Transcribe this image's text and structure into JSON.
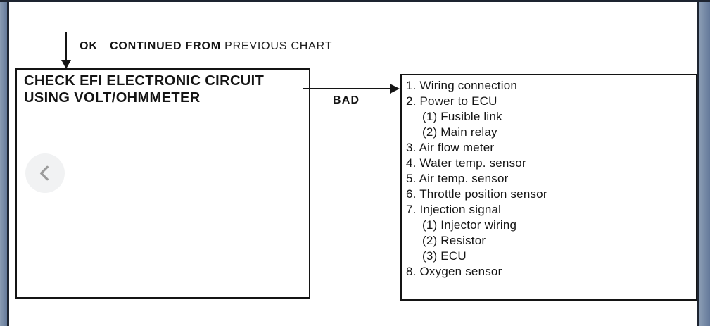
{
  "flowchart": {
    "entry": {
      "ok_label": "OK",
      "continued_from": "CONTINUED FROM",
      "previous_chart": "PREVIOUS CHART"
    },
    "check_box": {
      "line1": "CHECK EFI ELECTRONIC CIRCUIT",
      "line2": "USING VOLT/OHMMETER"
    },
    "bad_label": "BAD",
    "result_box": {
      "items": [
        "1. Wiring connection",
        "2. Power to ECU",
        "(1)  Fusible link",
        "(2)  Main relay",
        "3. Air flow meter",
        "4. Water temp. sensor",
        "5. Air temp. sensor",
        "6. Throttle position sensor",
        "7. Injection signal",
        "(1)  Injector wiring",
        "(2)  Resistor",
        "(3)  ECU",
        "8. Oxygen sensor"
      ]
    }
  },
  "nav": {
    "back_icon": "chevron-left"
  },
  "colors": {
    "frame_strip": "#7488a4",
    "frame_line": "#1d2430",
    "ink": "#141414",
    "back_button_bg": "#f1f2f3",
    "back_chevron": "#9b9b9b"
  }
}
